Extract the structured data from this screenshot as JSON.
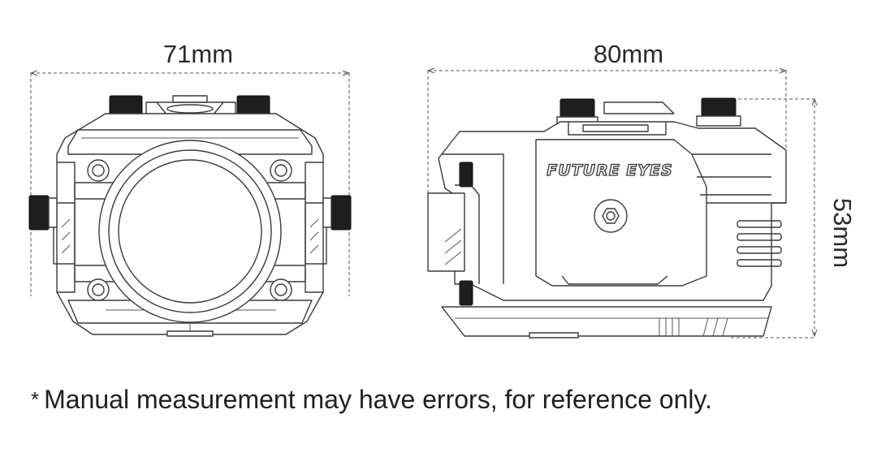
{
  "dimensions": {
    "width_front": "71mm",
    "width_side": "80mm",
    "height_side": "53mm"
  },
  "brand": "FUTURE EYES",
  "note": {
    "symbol": "*",
    "text": "Manual measurement may have errors, for reference only."
  },
  "colors": {
    "line": "#3a3a3a",
    "knob": "#1e1e1e",
    "text": "#2a2a2a",
    "background": "#ffffff"
  }
}
